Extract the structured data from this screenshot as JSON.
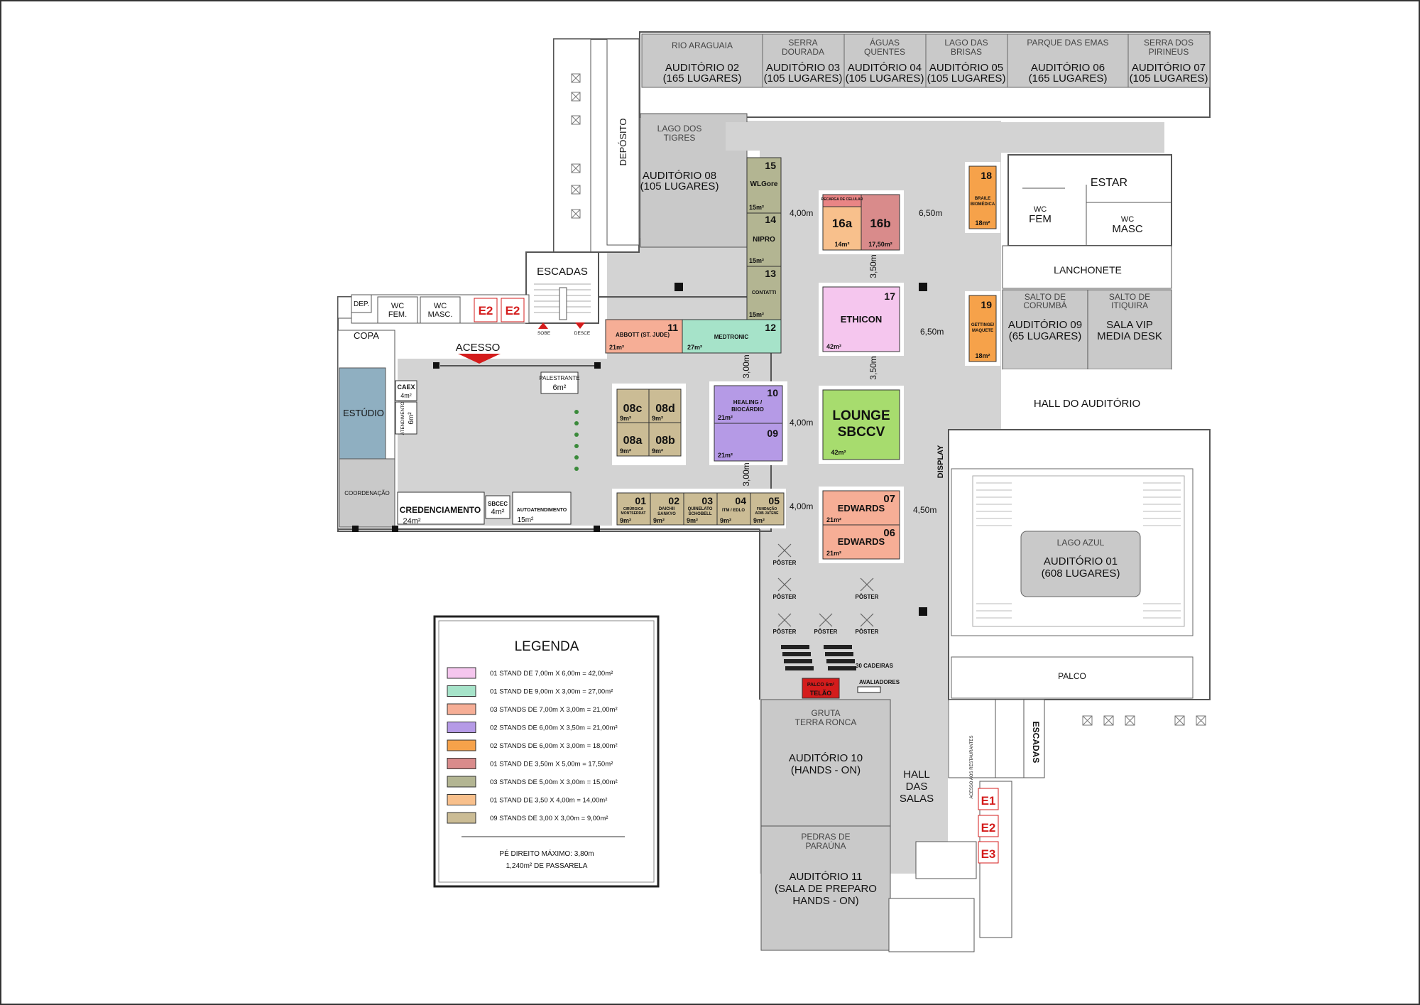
{
  "venue": {
    "auditorios_top": [
      {
        "name": "RIO ARAGUAIA",
        "line1": "AUDITÓRIO 02",
        "line2": "(165 LUGARES)"
      },
      {
        "name1": "SERRA",
        "name2": "DOURADA",
        "line1": "AUDITÓRIO 03",
        "line2": "(105 LUGARES)"
      },
      {
        "name1": "ÁGUAS",
        "name2": "QUENTES",
        "line1": "AUDITÓRIO 04",
        "line2": "(105 LUGARES)"
      },
      {
        "name1": "LAGO DAS",
        "name2": "BRISAS",
        "line1": "AUDITÓRIO 05",
        "line2": "(105 LUGARES)"
      },
      {
        "name": "PARQUE DAS EMAS",
        "line1": "AUDITÓRIO 06",
        "line2": "(165 LUGARES)"
      },
      {
        "name1": "SERRA DOS",
        "name2": "PIRINEUS",
        "line1": "AUDITÓRIO 07",
        "line2": "(105 LUGARES)"
      }
    ],
    "aud08": {
      "name1": "LAGO DOS",
      "name2": "TIGRES",
      "line1": "AUDITÓRIO 08",
      "line2": "(105 LUGARES)"
    },
    "aud09": {
      "name1": "SALTO DE",
      "name2": "CORUMBÁ",
      "line1": "AUDITÓRIO 09",
      "line2": "(65 LUGARES)"
    },
    "salavip": {
      "name1": "SALTO DE",
      "name2": "ITIQUIRA",
      "line1": "SALA VIP",
      "line2": "MEDIA DESK"
    },
    "aud01": {
      "name": "LAGO AZUL",
      "line1": "AUDITÓRIO 01",
      "line2": "(608 LUGARES)"
    },
    "aud10": {
      "name1": "GRUTA",
      "name2": "TERRA RONCA",
      "line1": "AUDITÓRIO 10",
      "line2": "(HANDS - ON)"
    },
    "aud11": {
      "name1": "PEDRAS DE",
      "name2": "PARAÚNA",
      "line1": "AUDITÓRIO 11",
      "line2": "(SALA DE PREPARO",
      "line3": "HANDS - ON)"
    },
    "rooms": {
      "deposito": "DEPÓSITO",
      "escadas": "ESCADAS",
      "sobe": "SOBE",
      "desce": "DESCE",
      "dep": "DEP.",
      "wc_fem_l1": "WC",
      "wc_fem_l2": "FEM.",
      "wc_masc_l1": "WC",
      "wc_masc_l2": "MASC.",
      "e2": "E2",
      "copa": "COPA",
      "acesso": "ACESSO",
      "palestrante": "PALESTRANTE",
      "palestrante_area": "6m²",
      "caex": "CAEX",
      "caex_area": "4m²",
      "atendimento": "ATENDIMENTO",
      "atendimento_area": "6m²",
      "estudio": "ESTÚDIO",
      "coordenacao": "COORDENAÇÃO",
      "credenciamento": "CREDENCIAMENTO",
      "credenciamento_area": "24m²",
      "sbcec": "SBCEC",
      "sbcec_area": "4m²",
      "autoatendimento": "AUTOATENDIMENTO",
      "autoatendimento_area": "15m²",
      "estar": "ESTAR",
      "wc": "WC",
      "fem": "FEM",
      "masc": "MASC",
      "lanchonete": "LANCHONETE",
      "hall_auditorio": "HALL DO AUDITÓRIO",
      "display": "DISPLAY",
      "palco": "PALCO",
      "escadas_r": "ESCADAS",
      "acesso_restaurantes": "ACESSO AOS RESTAURANTES",
      "hall_salas_1": "HALL",
      "hall_salas_2": "DAS",
      "hall_salas_3": "SALAS",
      "e1": "E1",
      "e3": "E3",
      "poster": "PÔSTER",
      "cadeiras": "30 CADEIRAS",
      "avaliadores": "AVALIADORES",
      "palco_small": "PALCO 6m²",
      "telao": "TELÃO"
    },
    "dims": {
      "d400": "4,00m",
      "d650": "6,50m",
      "d350": "3,50m",
      "d300": "3,00m",
      "d450": "4,50m"
    },
    "stands": {
      "s15": {
        "num": "15",
        "name": "WLGore",
        "area": "15m²"
      },
      "s14": {
        "num": "14",
        "name": "NIPRO",
        "area": "15m²"
      },
      "s13": {
        "num": "13",
        "name": "CONTATTI",
        "area": "15m²"
      },
      "s11": {
        "num": "11",
        "name": "ABBOTT (ST. JUDE)",
        "area": "21m²"
      },
      "s12": {
        "num": "12",
        "name": "MEDTRONIC",
        "area": "27m²"
      },
      "s16": {
        "recarga": "RECARGA DE CELULAR",
        "a": "16a",
        "a_area": "14m²",
        "b": "16b",
        "b_area": "17,50m²"
      },
      "s17": {
        "num": "17",
        "name": "ETHICON",
        "area": "42m²"
      },
      "s18": {
        "num": "18",
        "name1": "BRAILE",
        "name2": "BIOMÉDICA",
        "area": "18m²"
      },
      "s19": {
        "num": "19",
        "name1": "GETTINGE/",
        "name2": "MAQUETE",
        "area": "18m²"
      },
      "s08": {
        "c": "08c",
        "d": "08d",
        "a": "08a",
        "b": "08b",
        "area": "9m²"
      },
      "s10": {
        "num": "10",
        "name1": "HEALING /",
        "name2": "BIOCÁRDIO",
        "area": "21m²"
      },
      "s09": {
        "num": "09",
        "area": "21m²"
      },
      "lounge": {
        "line1": "LOUNGE",
        "line2": "SBCCV",
        "area": "42m²"
      },
      "row01": [
        {
          "num": "01",
          "name1": "CIRÚRGICA",
          "name2": "MONTSERRAT",
          "area": "9m²"
        },
        {
          "num": "02",
          "name1": "DAICHII",
          "name2": "SANKYO",
          "area": "9m²"
        },
        {
          "num": "03",
          "name1": "QUINELATO",
          "name2": "SCHOBELL",
          "area": "9m²"
        },
        {
          "num": "04",
          "name1": "ITM / EDLO",
          "name2": "",
          "area": "9m²"
        },
        {
          "num": "05",
          "name1": "FUNDAÇÃO",
          "name2": "ADIB JATENE",
          "area": "9m²"
        }
      ],
      "s07": {
        "num": "07",
        "name": "EDWARDS",
        "area": "21m²"
      },
      "s06": {
        "num": "06",
        "name": "EDWARDS",
        "area": "21m²"
      }
    }
  },
  "legend": {
    "title": "LEGENDA",
    "items": [
      {
        "color": "#f5c6ee",
        "text": "01 STAND DE 7,00m X 6,00m = 42,00m²"
      },
      {
        "color": "#a6e3c9",
        "text": "01 STAND DE 9,00m X 3,00m = 27,00m²"
      },
      {
        "color": "#f6ae96",
        "text": "03 STANDS DE 7,00m X 3,00m = 21,00m²"
      },
      {
        "color": "#b59ae6",
        "text": "02 STANDS DE 6,00m X 3,50m = 21,00m²"
      },
      {
        "color": "#f6a24a",
        "text": "02 STANDS DE 6,00m X 3,00m = 18,00m²"
      },
      {
        "color": "#d98b8b",
        "text": "01 STAND DE 3,50m X 5,00m = 17,50m²"
      },
      {
        "color": "#b3b592",
        "text": "03 STANDS DE 5,00m X 3,00m = 15,00m²"
      },
      {
        "color": "#f8c08c",
        "text": "01 STAND DE 3,50 X 4,00m = 14,00m²"
      },
      {
        "color": "#cbbc95",
        "text": "09 STANDS DE 3,00 X 3,00m = 9,00m²"
      }
    ],
    "note1": "PÉ DIREITO MÁXIMO: 3,80m",
    "note2": "1,240m² DE PASSARELA"
  },
  "colors": {
    "floor": "#d3d3d3",
    "room": "#c9c9c9",
    "wall": "#555555",
    "estudio": "#8fafc1",
    "lounge": "#a7dc6e",
    "purple": "#b59ae6",
    "pink": "#f5c6ee",
    "mint": "#a6e3c9",
    "salmon": "#f6ae96",
    "orange": "#f6a24a",
    "tan": "#cbbc95",
    "olive": "#b3b592",
    "rose": "#d98b8b",
    "peach": "#f8c08c",
    "red": "#d41c1c"
  },
  "icons": [
    "box-x-icon",
    "column-icon",
    "arrow-down-icon",
    "poster-x-icon",
    "plant-icon"
  ]
}
